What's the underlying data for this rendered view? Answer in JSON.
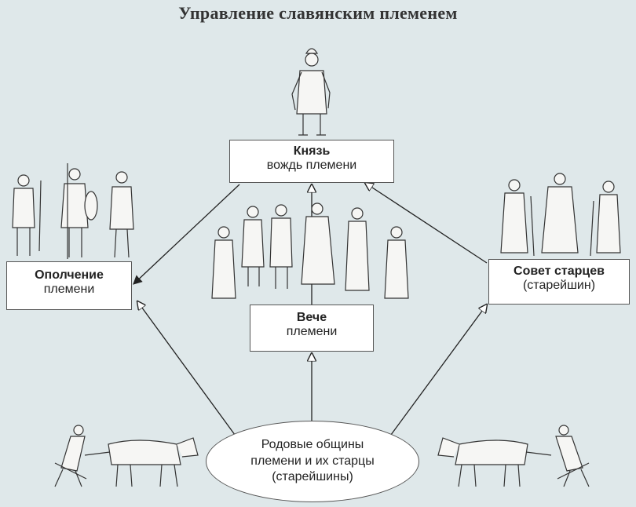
{
  "title": "Управление славянским племенем",
  "nodes": {
    "prince": {
      "title": "Князь",
      "subtitle": "вождь племени"
    },
    "militia": {
      "title": "Ополчение",
      "subtitle": "племени"
    },
    "council": {
      "title": "Совет старцев",
      "subtitle": "(старейшин)"
    },
    "veche": {
      "title": "Вече",
      "subtitle": "племени"
    },
    "clans": {
      "lines": [
        "Родовые общины",
        "племени и их старцы",
        "(старейшины)"
      ]
    }
  },
  "edges": [
    {
      "from": "prince",
      "to": "militia",
      "arrow": "filled"
    },
    {
      "from": "council",
      "to": "prince",
      "arrow": "open"
    },
    {
      "from": "veche",
      "to": "prince",
      "arrow": "open"
    },
    {
      "from": "clans",
      "to": "veche",
      "arrow": "open"
    },
    {
      "from": "clans",
      "to": "militia",
      "arrow": "open"
    },
    {
      "from": "clans",
      "to": "council",
      "arrow": "open"
    }
  ],
  "illustrations": [
    "prince-figure",
    "militia-warriors",
    "veche-crowd",
    "elders-group",
    "plowman-left",
    "plowman-right"
  ]
}
